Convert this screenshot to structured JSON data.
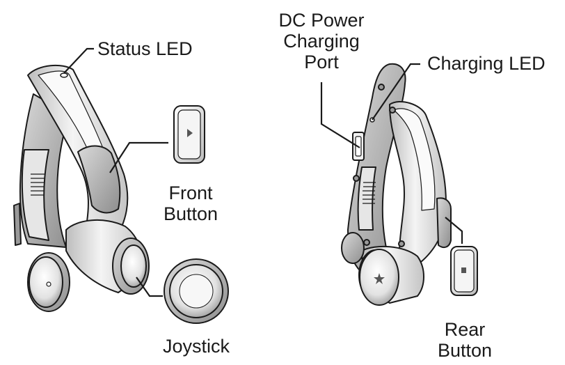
{
  "labels": {
    "status_led": "Status LED",
    "front_button": [
      "Front",
      "Button"
    ],
    "joystick": "Joystick",
    "dc_power_port": [
      "DC Power",
      "Charging",
      "Port"
    ],
    "charging_led": "Charging LED",
    "rear_button": [
      "Rear",
      "Button"
    ]
  },
  "icons": {
    "front_button": "play-triangle-icon",
    "rear_button": "stop-square-icon"
  },
  "colors": {
    "line": "#1a1a1a",
    "body_light": "#f2f2f2",
    "body_mid": "#d6d6d6",
    "body_dark": "#a9a9a9"
  }
}
